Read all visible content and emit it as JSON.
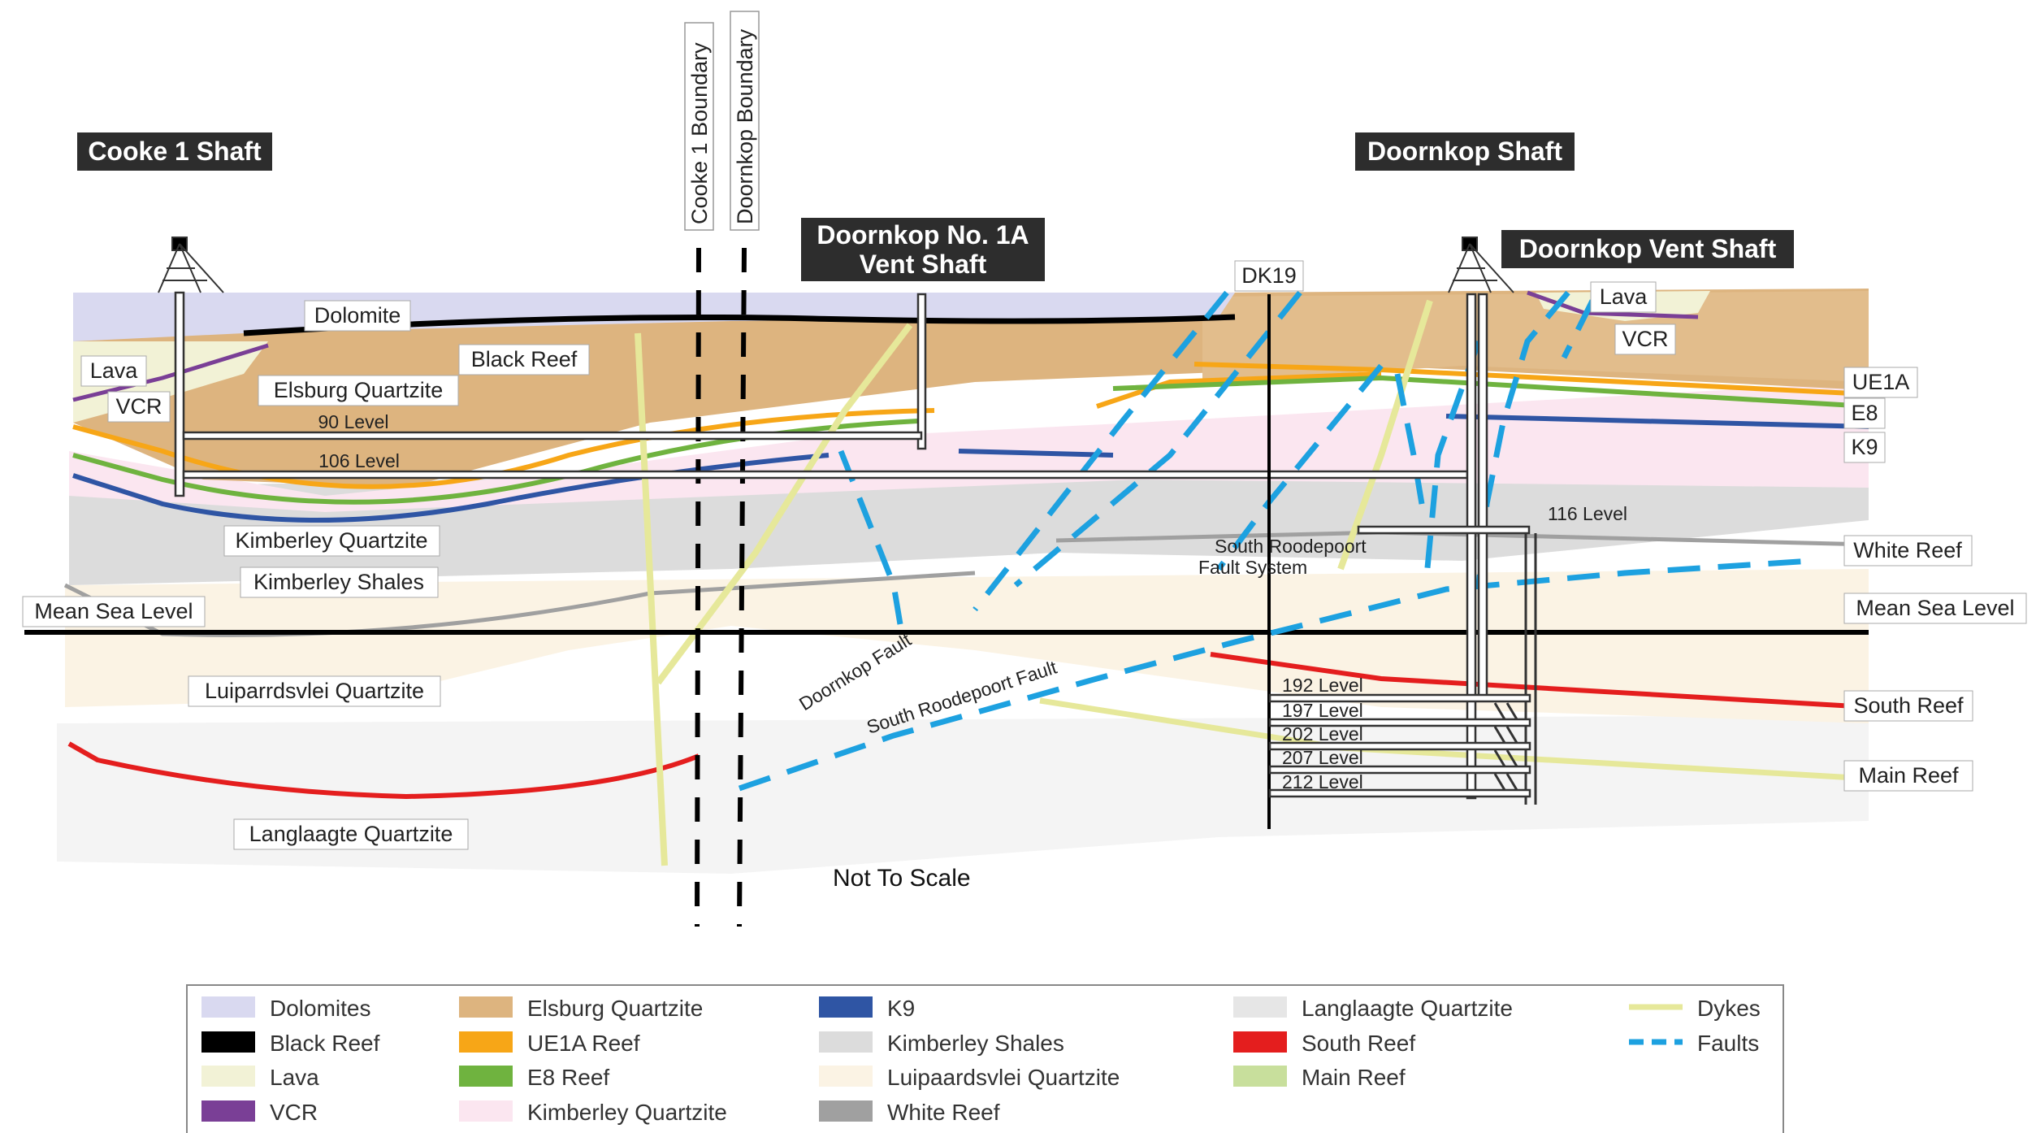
{
  "titles": {
    "cooke_shaft": "Cooke 1 Shaft",
    "doornkop_shaft": "Doornkop Shaft",
    "vent_1a_line1": "Doornkop No. 1A",
    "vent_1a_line2": "Vent Shaft",
    "vent_shaft": "Doornkop Vent Shaft"
  },
  "boundaries": {
    "cooke": "Cooke 1 Boundary",
    "doornkop": "Doornkop Boundary"
  },
  "labels": {
    "dolomite": "Dolomite",
    "black_reef": "Black Reef",
    "lava_left": "Lava",
    "vcr_left": "VCR",
    "elsburg": "Elsburg Quartzite",
    "kimberley_q": "Kimberley Quartzite",
    "kimberley_s": "Kimberley Shales",
    "msl_left": "Mean Sea Level",
    "luiparrdsvlei": "Luiparrdsvlei Quartzite",
    "langlaagte": "Langlaagte Quartzite",
    "dk19": "DK19",
    "lava_right": "Lava",
    "vcr_right": "VCR",
    "ue1a": "UE1A",
    "e8": "E8",
    "k9": "K9",
    "white_reef": "White Reef",
    "msl_right": "Mean Sea Level",
    "south_reef": "South Reef",
    "main_reef": "Main Reef",
    "srfs_line1": "South Roodepoort",
    "srfs_line2": "Fault System",
    "doornkop_fault": "Doornkop Fault",
    "srf": "South Roodepoort Fault",
    "not_to_scale": "Not To Scale"
  },
  "levels": {
    "l90": "90 Level",
    "l106": "106 Level",
    "l116": "116 Level",
    "l192": "192 Level",
    "l197": "197 Level",
    "l202": "202 Level",
    "l207": "207 Level",
    "l212": "212 Level"
  },
  "legend": [
    {
      "label": "Dolomites",
      "color": "#d9d9f0",
      "kind": "swatch"
    },
    {
      "label": "Black Reef",
      "color": "#000000",
      "kind": "swatch"
    },
    {
      "label": "Lava",
      "color": "#f2f2d6",
      "kind": "swatch"
    },
    {
      "label": "VCR",
      "color": "#7a3f96",
      "kind": "swatch"
    },
    {
      "label": "Elsburg Quartzite",
      "color": "#ddb47f",
      "kind": "swatch"
    },
    {
      "label": "UE1A Reef",
      "color": "#f7a617",
      "kind": "swatch"
    },
    {
      "label": "E8 Reef",
      "color": "#6fb33f",
      "kind": "swatch"
    },
    {
      "label": "Kimberley Quartzite",
      "color": "#fbe6f0",
      "kind": "swatch"
    },
    {
      "label": "K9",
      "color": "#2f55a4",
      "kind": "swatch"
    },
    {
      "label": "Kimberley Shales",
      "color": "#dcdcdc",
      "kind": "swatch"
    },
    {
      "label": "Luipaardsvlei Quartzite",
      "color": "#fbf3e4",
      "kind": "swatch"
    },
    {
      "label": "White Reef",
      "color": "#a0a0a0",
      "kind": "swatch"
    },
    {
      "label": "Langlaagte Quartzite",
      "color": "#e6e6e6",
      "kind": "swatch"
    },
    {
      "label": "South Reef",
      "color": "#e41e1e",
      "kind": "swatch"
    },
    {
      "label": "Main Reef",
      "color": "#c8df9c",
      "kind": "swatch"
    },
    {
      "label": "Dykes",
      "color": "#e6e89a",
      "kind": "line"
    },
    {
      "label": "Faults",
      "color": "#1da1e0",
      "kind": "dash"
    }
  ]
}
